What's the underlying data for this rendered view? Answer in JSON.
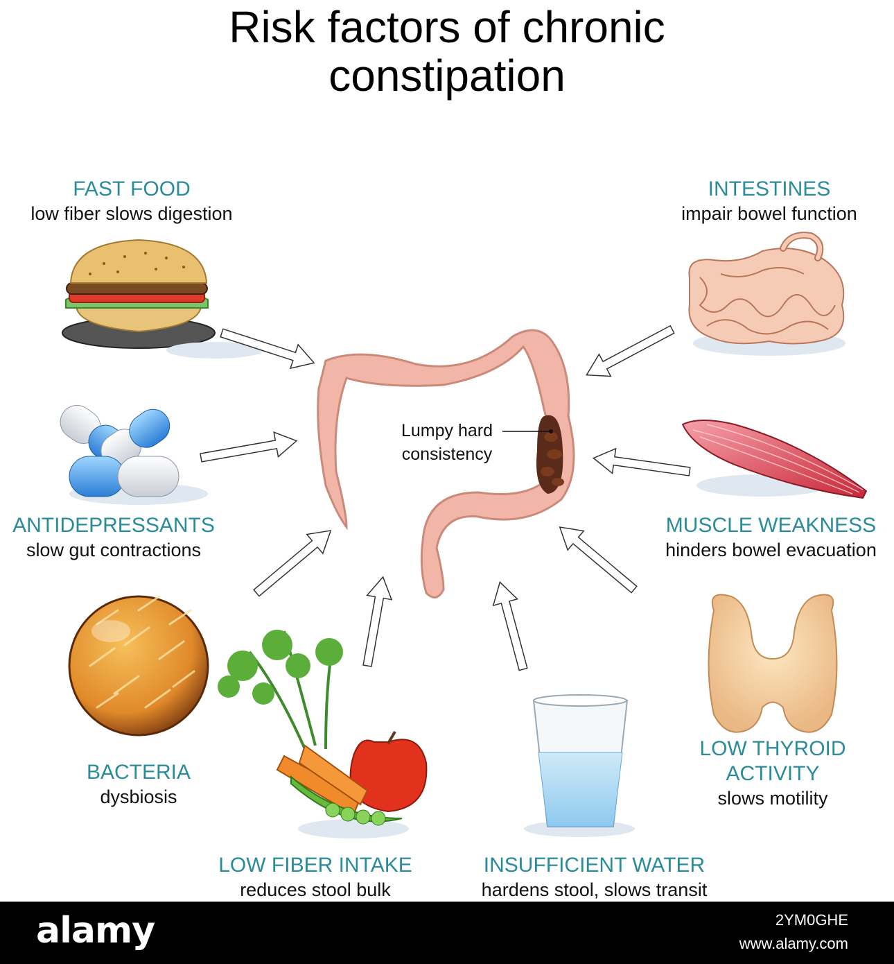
{
  "title": {
    "line1": "Risk factors of chronic",
    "line2": "constipation"
  },
  "center": {
    "annotation_line1": "Lumpy hard",
    "annotation_line2": "consistency"
  },
  "factors": {
    "fast_food": {
      "heading": "FAST FOOD",
      "sub": "low fiber slows digestion"
    },
    "intestines": {
      "heading": "INTESTINES",
      "sub": "impair bowel function"
    },
    "antidepressants": {
      "heading": "ANTIDEPRESSANTS",
      "sub": "slow gut contractions"
    },
    "muscle_weakness": {
      "heading": "MUSCLE WEAKNESS",
      "sub": "hinders bowel evacuation"
    },
    "bacteria": {
      "heading": "BACTERIA",
      "sub": "dysbiosis"
    },
    "low_thyroid": {
      "heading_line1": "LOW THYROID",
      "heading_line2": "ACTIVITY",
      "sub": "slows motility"
    },
    "low_fiber": {
      "heading": "LOW FIBER INTAKE",
      "sub": "reduces stool bulk"
    },
    "water": {
      "heading": "INSUFFICIENT WATER",
      "sub": "hardens stool, slows transit"
    }
  },
  "footer": {
    "logo": "alamy",
    "image_id": "2YM0GHE",
    "url": "www.alamy.com"
  },
  "colors": {
    "heading": "#2a8c9a",
    "colon": "#f2b6a8",
    "footer": "#000000"
  },
  "icons": [
    "burger-icon",
    "intestines-icon",
    "capsules-icon",
    "muscle-icon",
    "bacteria-icon",
    "thyroid-icon",
    "vegetables-icon",
    "water-glass-icon",
    "colon-icon"
  ]
}
